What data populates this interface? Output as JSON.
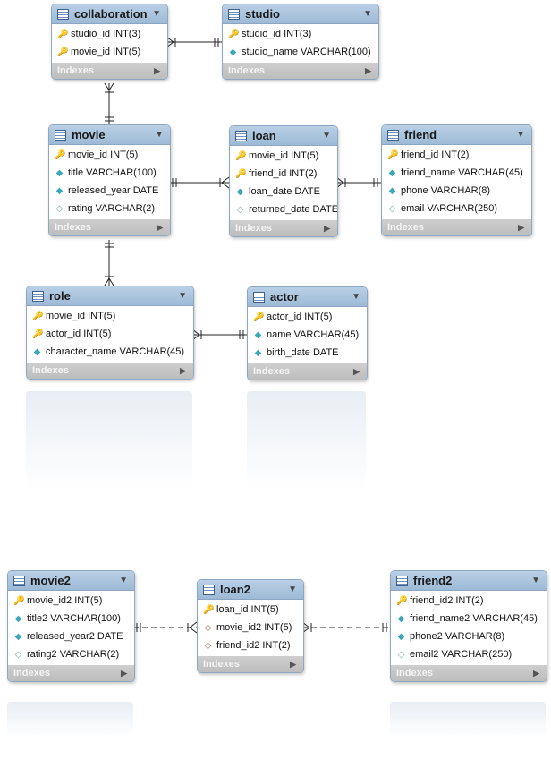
{
  "tables": [
    {
      "id": "collaboration",
      "name": "collaboration",
      "columns": [
        {
          "text": "studio_id INT(3)",
          "kind": "pk"
        },
        {
          "text": "movie_id INT(5)",
          "kind": "pk"
        }
      ],
      "indexes_label": "Indexes"
    },
    {
      "id": "studio",
      "name": "studio",
      "columns": [
        {
          "text": "studio_id INT(3)",
          "kind": "pk"
        },
        {
          "text": "studio_name VARCHAR(100)",
          "kind": "nn"
        }
      ],
      "indexes_label": "Indexes"
    },
    {
      "id": "movie",
      "name": "movie",
      "columns": [
        {
          "text": "movie_id INT(5)",
          "kind": "pk"
        },
        {
          "text": "title VARCHAR(100)",
          "kind": "nn"
        },
        {
          "text": "released_year DATE",
          "kind": "nn"
        },
        {
          "text": "rating VARCHAR(2)",
          "kind": "nl"
        }
      ],
      "indexes_label": "Indexes"
    },
    {
      "id": "loan",
      "name": "loan",
      "columns": [
        {
          "text": "movie_id INT(5)",
          "kind": "pk"
        },
        {
          "text": "friend_id INT(2)",
          "kind": "pk"
        },
        {
          "text": "loan_date DATE",
          "kind": "nn"
        },
        {
          "text": "returned_date DATE",
          "kind": "nl"
        }
      ],
      "indexes_label": "Indexes"
    },
    {
      "id": "friend",
      "name": "friend",
      "columns": [
        {
          "text": "friend_id INT(2)",
          "kind": "pk"
        },
        {
          "text": "friend_name VARCHAR(45)",
          "kind": "nn"
        },
        {
          "text": "phone VARCHAR(8)",
          "kind": "nn"
        },
        {
          "text": "email VARCHAR(250)",
          "kind": "nl"
        }
      ],
      "indexes_label": "Indexes"
    },
    {
      "id": "role",
      "name": "role",
      "columns": [
        {
          "text": "movie_id INT(5)",
          "kind": "pk"
        },
        {
          "text": "actor_id INT(5)",
          "kind": "pk"
        },
        {
          "text": "character_name VARCHAR(45)",
          "kind": "nn"
        }
      ],
      "indexes_label": "Indexes"
    },
    {
      "id": "actor",
      "name": "actor",
      "columns": [
        {
          "text": "actor_id INT(5)",
          "kind": "pk"
        },
        {
          "text": "name VARCHAR(45)",
          "kind": "nn"
        },
        {
          "text": "birth_date DATE",
          "kind": "nn"
        }
      ],
      "indexes_label": "Indexes"
    },
    {
      "id": "movie2",
      "name": "movie2",
      "columns": [
        {
          "text": "movie_id2 INT(5)",
          "kind": "pk"
        },
        {
          "text": "title2 VARCHAR(100)",
          "kind": "nn"
        },
        {
          "text": "released_year2 DATE",
          "kind": "nn"
        },
        {
          "text": "rating2 VARCHAR(2)",
          "kind": "nl"
        }
      ],
      "indexes_label": "Indexes"
    },
    {
      "id": "loan2",
      "name": "loan2",
      "columns": [
        {
          "text": "loan_id INT(5)",
          "kind": "pk"
        },
        {
          "text": "movie_id2 INT(5)",
          "kind": "fk"
        },
        {
          "text": "friend_id2 INT(2)",
          "kind": "fk"
        }
      ],
      "indexes_label": "Indexes"
    },
    {
      "id": "friend2",
      "name": "friend2",
      "columns": [
        {
          "text": "friend_id2 INT(2)",
          "kind": "pk"
        },
        {
          "text": "friend_name2 VARCHAR(45)",
          "kind": "nn"
        },
        {
          "text": "phone2 VARCHAR(8)",
          "kind": "nn"
        },
        {
          "text": "email2 VARCHAR(250)",
          "kind": "nl"
        }
      ],
      "indexes_label": "Indexes"
    }
  ],
  "relationships": [
    {
      "from": "collaboration",
      "to": "studio",
      "style": "identifying"
    },
    {
      "from": "collaboration",
      "to": "movie",
      "style": "identifying"
    },
    {
      "from": "movie",
      "to": "loan",
      "style": "identifying"
    },
    {
      "from": "loan",
      "to": "friend",
      "style": "identifying"
    },
    {
      "from": "movie",
      "to": "role",
      "style": "identifying"
    },
    {
      "from": "role",
      "to": "actor",
      "style": "identifying"
    },
    {
      "from": "movie2",
      "to": "loan2",
      "style": "non-identifying"
    },
    {
      "from": "loan2",
      "to": "friend2",
      "style": "non-identifying"
    }
  ],
  "icons": {
    "pk": "key-icon",
    "nn": "filled-diamond-icon",
    "nl": "hollow-diamond-icon",
    "fk": "red-diamond-icon",
    "header": "table-icon",
    "menu": "chevron-down-icon",
    "index": "chevron-right-icon"
  },
  "colors": {
    "header": "#a8c4df",
    "indexes": "#c6c6c6",
    "key": "#d9a800",
    "diamond": "#3aa8b8"
  }
}
